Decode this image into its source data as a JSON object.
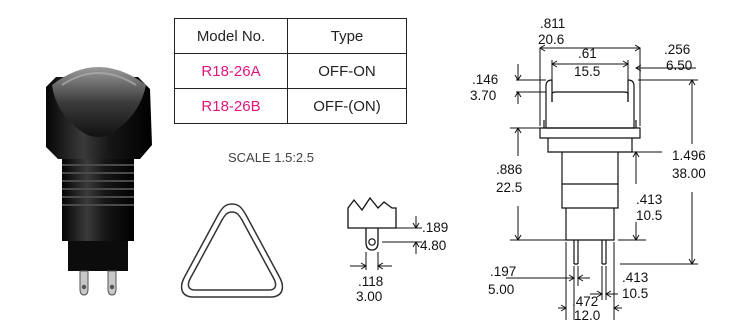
{
  "spec_table": {
    "headers": [
      "Model No.",
      "Type"
    ],
    "rows": [
      {
        "model": "R18-26A",
        "type": "OFF-ON"
      },
      {
        "model": "R18-26B",
        "type": "OFF-(ON)"
      }
    ],
    "model_color": "#e0167e"
  },
  "scale_note": "SCALE 1.5:2.5",
  "cap_detail_dims": {
    "height_in": ".189",
    "height_mm": "4.80",
    "width_in": ".118",
    "width_mm": "3.00"
  },
  "drawing_dims": {
    "overall_width_in": ".811",
    "overall_width_mm": "20.6",
    "cap_width_in": ".61",
    "cap_width_mm": "15.5",
    "right_in": ".256",
    "right_mm": "6.50",
    "cap_height_in": ".146",
    "cap_height_mm": "3.70",
    "total_height_in": "1.496",
    "total_height_mm": "38.00",
    "body_height_in": ".886",
    "body_height_mm": "22.5",
    "lower_in": ".413",
    "lower_mm": "10.5",
    "term_in": ".197",
    "term_mm": "5.00",
    "base_width_in": ".472",
    "base_width_mm": "12.0",
    "pin_in": ".413",
    "pin_mm": "10.5"
  }
}
